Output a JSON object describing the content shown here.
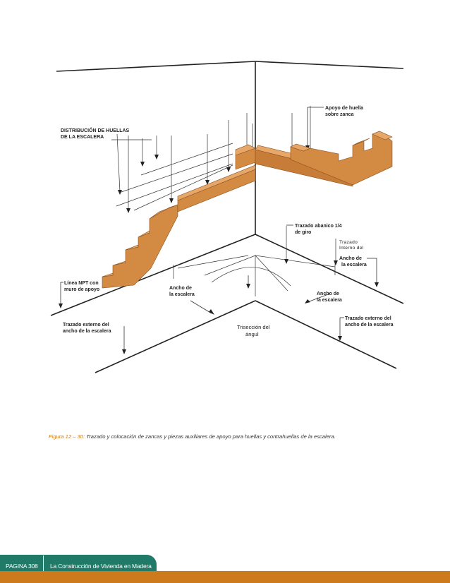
{
  "labels": {
    "distribucion_l1": "DISTRIBUCIÓN DE HUELLAS",
    "distribucion_l2": "DE LA ESCALERA",
    "apoyo_l1": "Apoyo de huella",
    "apoyo_l2": "sobre zanca",
    "abanico_l1": "Trazado abanico 1/4",
    "abanico_l2": "de giro",
    "interno_l1": "Trazado",
    "interno_l2": "Interno del",
    "ancho_right_l1": "Ancho de",
    "ancho_right_l2": "la escalera",
    "npt_l1": "Línea NPT con",
    "npt_l2": "muro de apoyo",
    "ancho_left_l1": "Ancho de",
    "ancho_left_l2": "la escalera",
    "ancho_mid_l1": "Ancho de",
    "ancho_mid_l2": "la escalera",
    "externo_left_l1": "Trazado externo del",
    "externo_left_l2": "ancho de la escalera",
    "externo_right_l1": "Trazado externo del",
    "externo_right_l2": "ancho de la escalera",
    "triseccion_l1": "Trisección del",
    "triseccion_l2": "ángul"
  },
  "caption": {
    "label": "Figura 12 – 30:",
    "text": " Trazado y colocación de zancas y piezas auxiliares de apoyo para huellas y contrahuellas de la escalera."
  },
  "footer": {
    "page": "PAGINA 308",
    "title": "La Construcción de Vivienda en Madera"
  },
  "colors": {
    "wood_top": "#e7a768",
    "wood_front": "#d38a42",
    "wood_dark": "#b96d2a",
    "footer_green": "#1f7a67",
    "footer_orange": "#cc7a1b"
  }
}
